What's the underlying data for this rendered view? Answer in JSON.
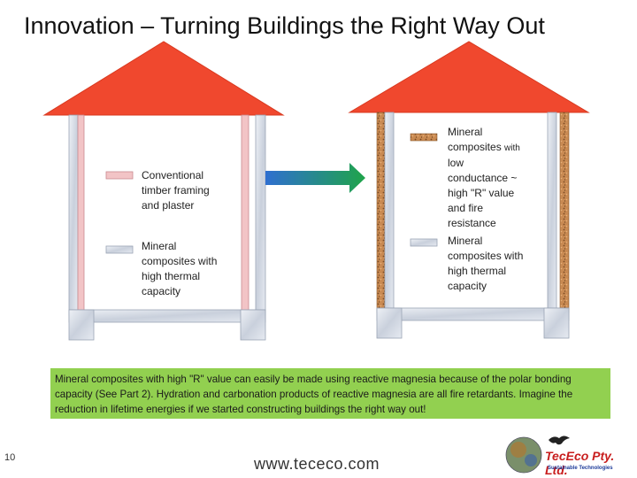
{
  "title": "Innovation – Turning Buildings the Right Way Out",
  "left_house": {
    "label_top": "Conventional\ntimber framing\nand plaster",
    "label_bottom": "Mineral\ncomposites with\nhigh thermal\ncapacity"
  },
  "right_house": {
    "label_top_1": "Mineral\ncomposites ",
    "label_top_small": "with",
    "label_top_2": "\nlow\nconductance ~\nhigh \"R\" value\nand fire\nresistance",
    "label_bottom": "Mineral\ncomposites with\nhigh thermal\ncapacity"
  },
  "note": "Mineral composites with high \"R\" value can easily be made using reactive magnesia because of the polar bonding capacity (See Part 2). Hydration and carbonation products of reactive magnesia are all fire retardants. Imagine the reduction in lifetime energies if we started constructing buildings the right way out!",
  "footer": {
    "page_number": "10",
    "url": "www.tececo.com",
    "logo_name": "TecEco Pty. Ltd.",
    "logo_tagline": "Sustainable Technologies"
  },
  "colors": {
    "roof": "#f0482e",
    "timber": "#f2c4c6",
    "mineral": "#d7dde8",
    "composite": "#c98a52",
    "arrow_start": "#2f6fd0",
    "arrow_end": "#1fa44a",
    "note_bg": "#92d050"
  }
}
